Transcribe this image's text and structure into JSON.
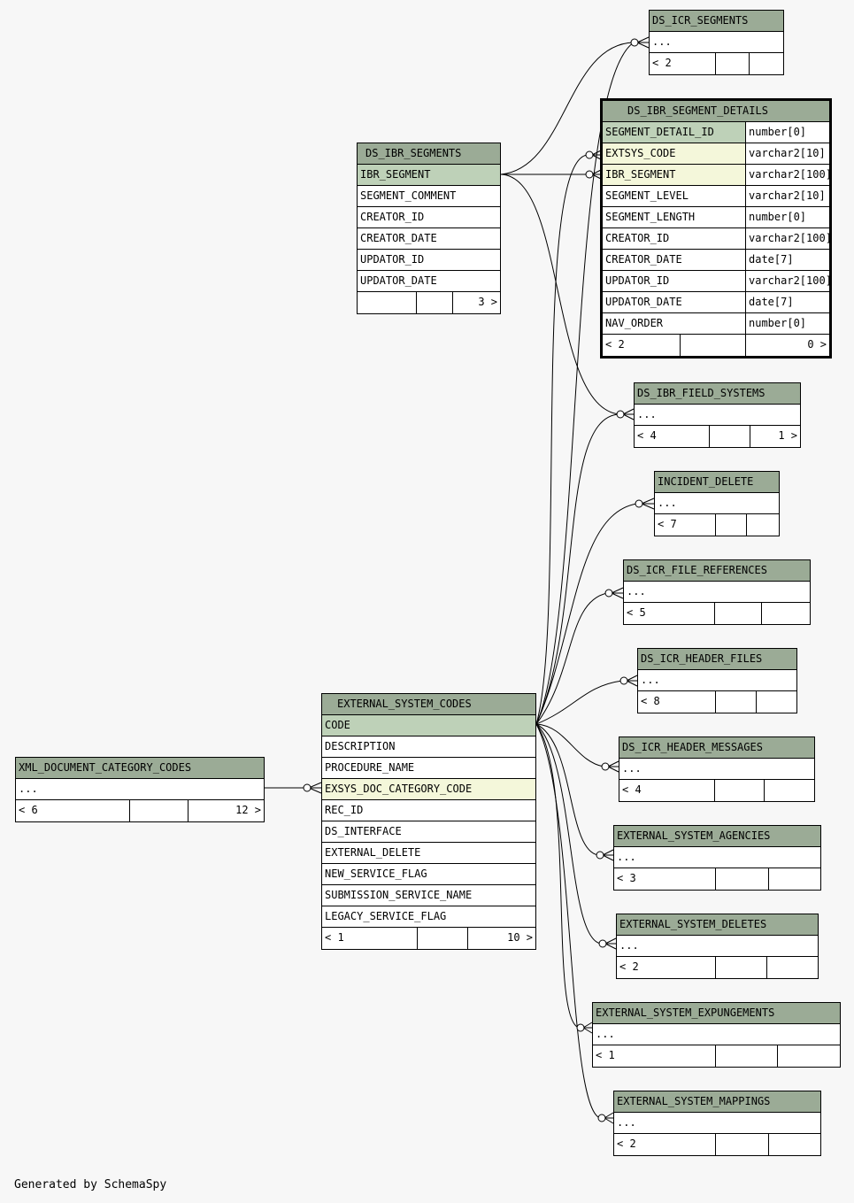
{
  "footer_text": "Generated by SchemaSpy",
  "tables": {
    "ds_icr_segments": {
      "name": "DS_ICR_SEGMENTS",
      "body": "...",
      "parents": "< 2",
      "children": ""
    },
    "ds_ibr_segment_details": {
      "name": "DS_IBR_SEGMENT_DETAILS",
      "columns": [
        {
          "name": "SEGMENT_DETAIL_ID",
          "type": "number[0]"
        },
        {
          "name": "EXTSYS_CODE",
          "type": "varchar2[10]"
        },
        {
          "name": "IBR_SEGMENT",
          "type": "varchar2[100]"
        },
        {
          "name": "SEGMENT_LEVEL",
          "type": "varchar2[10]"
        },
        {
          "name": "SEGMENT_LENGTH",
          "type": "number[0]"
        },
        {
          "name": "CREATOR_ID",
          "type": "varchar2[100]"
        },
        {
          "name": "CREATOR_DATE",
          "type": "date[7]"
        },
        {
          "name": "UPDATOR_ID",
          "type": "varchar2[100]"
        },
        {
          "name": "UPDATOR_DATE",
          "type": "date[7]"
        },
        {
          "name": "NAV_ORDER",
          "type": "number[0]"
        }
      ],
      "parents": "< 2",
      "children": "0 >"
    },
    "ds_ibr_segments": {
      "name": "DS_IBR_SEGMENTS",
      "columns": [
        "IBR_SEGMENT",
        "SEGMENT_COMMENT",
        "CREATOR_ID",
        "CREATOR_DATE",
        "UPDATOR_ID",
        "UPDATOR_DATE"
      ],
      "parents": "",
      "children": "3 >"
    },
    "ds_ibr_field_systems": {
      "name": "DS_IBR_FIELD_SYSTEMS",
      "body": "...",
      "parents": "< 4",
      "children": "1 >"
    },
    "incident_delete": {
      "name": "INCIDENT_DELETE",
      "body": "...",
      "parents": "< 7",
      "children": ""
    },
    "ds_icr_file_references": {
      "name": "DS_ICR_FILE_REFERENCES",
      "body": "...",
      "parents": "< 5",
      "children": ""
    },
    "ds_icr_header_files": {
      "name": "DS_ICR_HEADER_FILES",
      "body": "...",
      "parents": "< 8",
      "children": ""
    },
    "ds_icr_header_messages": {
      "name": "DS_ICR_HEADER_MESSAGES",
      "body": "...",
      "parents": "< 4",
      "children": ""
    },
    "external_system_codes": {
      "name": "EXTERNAL_SYSTEM_CODES",
      "columns": [
        "CODE",
        "DESCRIPTION",
        "PROCEDURE_NAME",
        "EXSYS_DOC_CATEGORY_CODE",
        "REC_ID",
        "DS_INTERFACE",
        "EXTERNAL_DELETE",
        "NEW_SERVICE_FLAG",
        "SUBMISSION_SERVICE_NAME",
        "LEGACY_SERVICE_FLAG"
      ],
      "parents": "< 1",
      "children": "10 >"
    },
    "xml_document_category_codes": {
      "name": "XML_DOCUMENT_CATEGORY_CODES",
      "body": "...",
      "parents": "< 6",
      "children": "12 >"
    },
    "external_system_agencies": {
      "name": "EXTERNAL_SYSTEM_AGENCIES",
      "body": "...",
      "parents": "< 3",
      "children": ""
    },
    "external_system_deletes": {
      "name": "EXTERNAL_SYSTEM_DELETES",
      "body": "...",
      "parents": "< 2",
      "children": ""
    },
    "external_system_expungements": {
      "name": "EXTERNAL_SYSTEM_EXPUNGEMENTS",
      "body": "...",
      "parents": "< 1",
      "children": ""
    },
    "external_system_mappings": {
      "name": "EXTERNAL_SYSTEM_MAPPINGS",
      "body": "...",
      "parents": "< 2",
      "children": ""
    }
  }
}
